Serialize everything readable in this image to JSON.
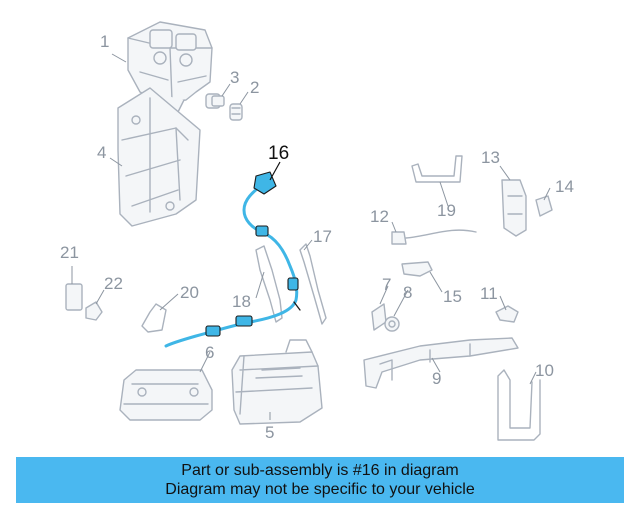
{
  "diagram": {
    "highlighted_part": "16",
    "callouts": [
      "1",
      "2",
      "3",
      "4",
      "5",
      "6",
      "7",
      "8",
      "9",
      "10",
      "11",
      "12",
      "13",
      "14",
      "15",
      "16",
      "17",
      "18",
      "19",
      "20",
      "21",
      "22"
    ],
    "colors": {
      "highlight": "#3fb6e6",
      "parts": "#aab2bd",
      "banner": "#4ab8f0"
    }
  },
  "banner": {
    "line1": "Part or sub-assembly is #16 in diagram",
    "line2": "Diagram may not be specific to your vehicle"
  }
}
